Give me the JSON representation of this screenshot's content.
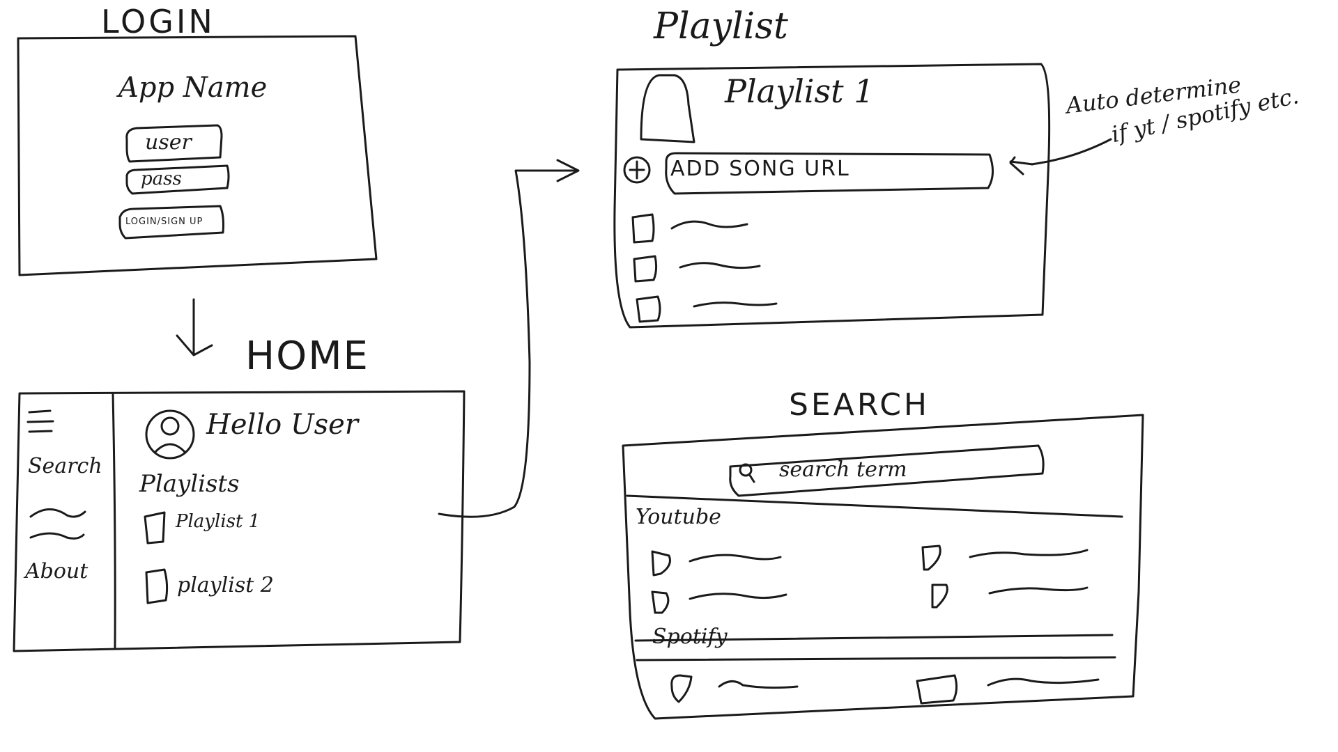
{
  "login": {
    "title": "LOGIN",
    "app_name": "App Name",
    "user_placeholder": "user",
    "pass_placeholder": "pass",
    "submit_label": "LOGIN/SIGN UP"
  },
  "home": {
    "title": "HOME",
    "greeting": "Hello User",
    "sidebar": {
      "menu_icon": "hamburger-icon",
      "items": [
        "Search",
        "About"
      ]
    },
    "playlists_heading": "Playlists",
    "playlists": [
      "Playlist 1",
      "playlist 2"
    ]
  },
  "playlist": {
    "title": "Playlist",
    "name": "Playlist 1",
    "add_icon": "plus-icon",
    "add_placeholder": "ADD SONG URL",
    "annotation_line1": "Auto determine",
    "annotation_line2": "if yt / spotify etc."
  },
  "search": {
    "title": "SEARCH",
    "search_icon": "search-icon",
    "search_placeholder": "search term",
    "sections": [
      "Youtube",
      "Spotify"
    ]
  }
}
